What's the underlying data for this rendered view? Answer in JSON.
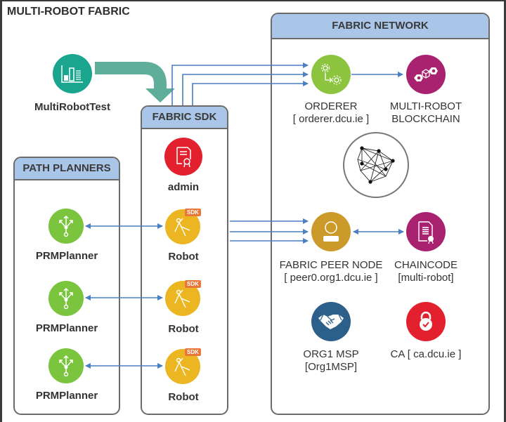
{
  "title": "MULTI-ROBOT FABRIC",
  "panels": {
    "fabric_network": "FABRIC NETWORK",
    "fabric_sdk": "FABRIC SDK",
    "path_planners": "PATH PLANNERS"
  },
  "nodes": {
    "test": {
      "label": "MultiRobotTest",
      "icon": "bar-chart-icon",
      "color": "#1aa58f"
    },
    "admin": {
      "label": "admin",
      "icon": "certificate-icon",
      "color": "#e2202e"
    },
    "robots": [
      {
        "label": "Robot",
        "badge": "SDK",
        "icon": "compass-icon",
        "color": "#ecb623"
      },
      {
        "label": "Robot",
        "badge": "SDK",
        "icon": "compass-icon",
        "color": "#ecb623"
      },
      {
        "label": "Robot",
        "badge": "SDK",
        "icon": "compass-icon",
        "color": "#ecb623"
      }
    ],
    "planners": [
      {
        "label": "PRMPlanner",
        "icon": "fork-arrows-icon",
        "color": "#7bc43d"
      },
      {
        "label": "PRMPlanner",
        "icon": "fork-arrows-icon",
        "color": "#7bc43d"
      },
      {
        "label": "PRMPlanner",
        "icon": "fork-arrows-icon",
        "color": "#7bc43d"
      }
    ],
    "orderer": {
      "label": "ORDERER",
      "sublabel": "[ orderer.dcu.ie ]",
      "icon": "gears-icon",
      "color": "#8cc43f"
    },
    "blockchain": {
      "label": "MULTI-ROBOT",
      "sublabel": "BLOCKCHAIN",
      "icon": "blockchain-icon",
      "color": "#a8226f"
    },
    "hyperledger": {
      "icon": "hyperledger-logo-icon"
    },
    "peer": {
      "label": "FABRIC PEER NODE",
      "sublabel": "[ peer0.org1.dcu.ie ]",
      "icon": "user-icon",
      "color": "#cc9a2a"
    },
    "chaincode": {
      "label": "CHAINCODE",
      "sublabel": "[multi-robot]",
      "icon": "contract-icon",
      "color": "#a8226f"
    },
    "msp": {
      "label": "ORG1 MSP",
      "sublabel": "[Org1MSP]",
      "icon": "handshake-icon",
      "color": "#2d5f8b"
    },
    "ca": {
      "label": "CA [ ca.dcu.ie ]",
      "icon": "lock-check-icon",
      "color": "#e2202e"
    }
  },
  "colors": {
    "connector": "#4a7fc1",
    "flow_arrow": "#5fae9a",
    "header_bg": "#a9c6e8",
    "panel_border": "#6b6b6b"
  }
}
